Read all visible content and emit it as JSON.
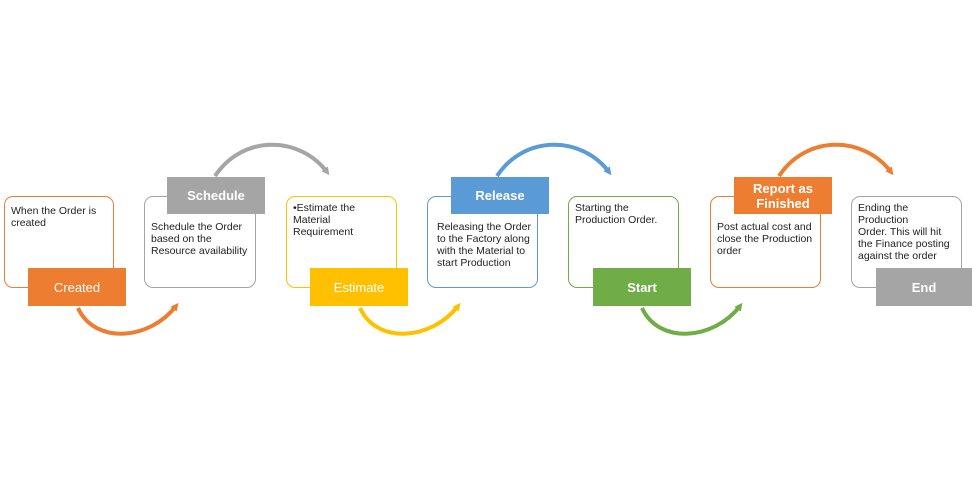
{
  "stages": [
    {
      "name": "Created",
      "desc": "When the Order is\n  created",
      "color": "#ed7d31"
    },
    {
      "name": "Schedule",
      "desc": "Schedule the Order\n  based on the\n  Resource availability",
      "color": "#a5a5a5"
    },
    {
      "name": "Estimate",
      "desc": "•Estimate the Material\n  Requirement",
      "color": "#ffc000"
    },
    {
      "name": "Release",
      "desc": "Releasing the Order\nto the Factory along\nwith the Material to\nstart Production",
      "color": "#5b9bd5"
    },
    {
      "name": "Start",
      "desc": "Starting the\n  Production Order.",
      "color": "#70ad47"
    },
    {
      "name": "Report as\nFinished",
      "desc": "Post actual cost and\nclose the Production\norder",
      "color": "#ed7d31"
    },
    {
      "name": "End",
      "desc": "Ending the Production\nOrder. This will hit\nthe Finance posting\nagainst the order",
      "color": "#a5a5a5"
    }
  ]
}
